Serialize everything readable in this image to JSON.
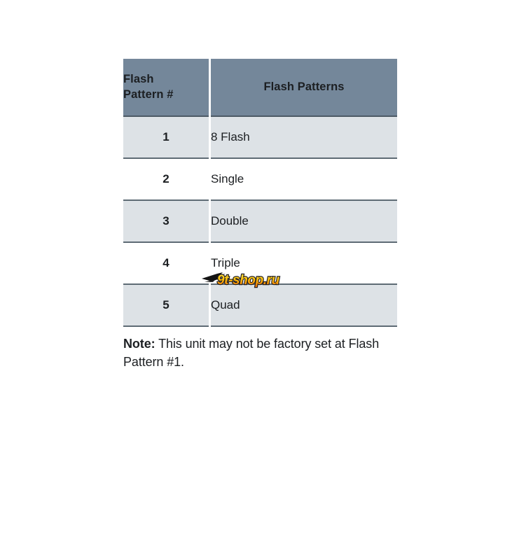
{
  "table": {
    "headers": [
      {
        "label": "Flash\nPattern #",
        "line1": "Flash",
        "line2": "Pattern #"
      },
      {
        "label": "Flash Patterns"
      }
    ],
    "rows": [
      {
        "number": "1",
        "pattern": "8 Flash"
      },
      {
        "number": "2",
        "pattern": "Single"
      },
      {
        "number": "3",
        "pattern": "Double"
      },
      {
        "number": "4",
        "pattern": "Triple"
      },
      {
        "number": "5",
        "pattern": "Quad"
      }
    ],
    "colors": {
      "header_bg": "#74879a",
      "header_text": "#1c1f22",
      "row_shade_bg": "#dde2e6",
      "row_plain_bg": "#ffffff",
      "row_border": "#5e6b75",
      "header_border": "#4d5a66"
    }
  },
  "note": {
    "label": "Note:",
    "text": " This unit may not be factory set at Flash Pattern #1."
  },
  "watermark": {
    "text": "9t-shop.ru",
    "colors": {
      "fill_top": "#ffd21e",
      "fill_bottom": "#f07c0a",
      "outline": "#231f20",
      "swoosh": "#1a1a1a"
    }
  }
}
